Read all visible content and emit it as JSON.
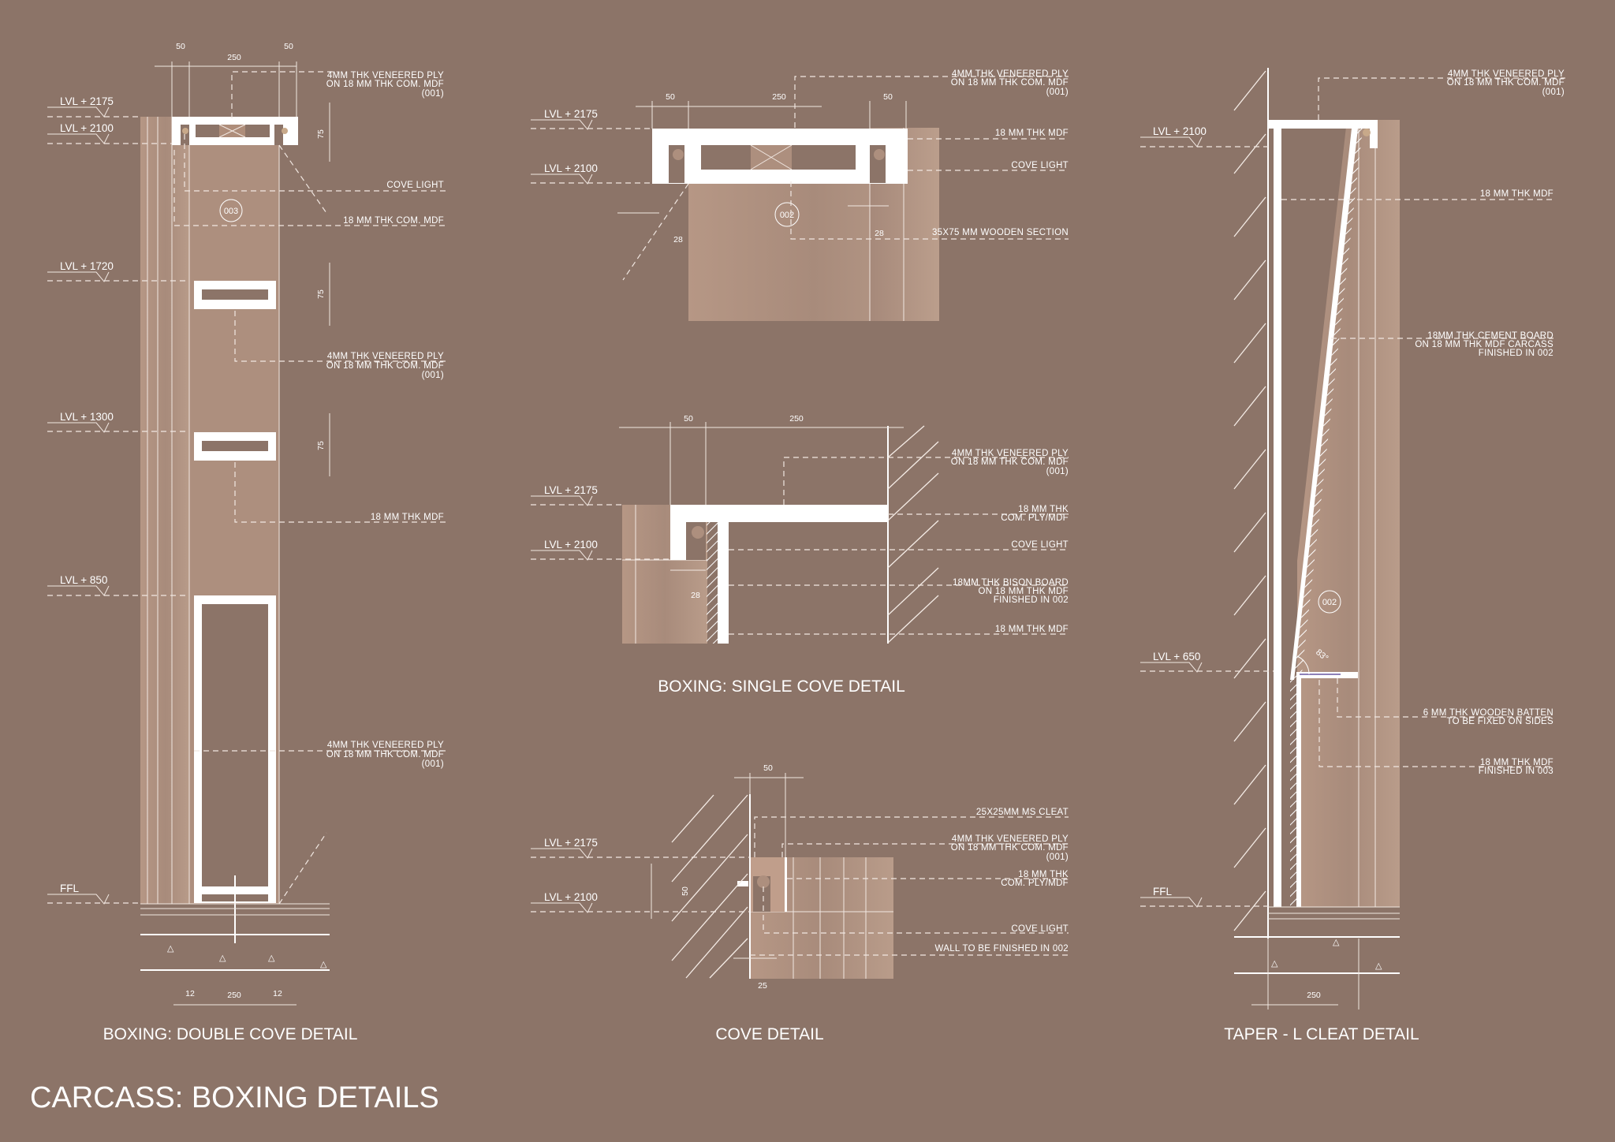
{
  "sheet": {
    "title": "CARCASS: BOXING DETAILS",
    "colors": {
      "background": "#8c7468",
      "panel_light": "#b3937f",
      "panel_mid": "#a5887a",
      "line": "#ffffff",
      "cove_light_dot": "#c8a98a"
    }
  },
  "details": [
    {
      "id": "double-cove",
      "caption": "BOXING: DOUBLE COVE DETAIL",
      "levels": [
        "LVL + 2175",
        "LVL + 2100",
        "LVL + 1720",
        "LVL + 1300",
        "LVL + 850",
        "FFL"
      ],
      "dims_top": [
        "50",
        "250",
        "50"
      ],
      "dims_side": [
        "75",
        "75",
        "75"
      ],
      "dims_bottom": [
        "12",
        "250",
        "12"
      ],
      "finish_tag": "003",
      "annotations": [
        {
          "lines": [
            "4MM THK VENEERED PLY",
            "ON 18 MM THK COM. MDF",
            "(001)"
          ]
        },
        {
          "lines": [
            "COVE LIGHT"
          ]
        },
        {
          "lines": [
            "18 MM THK COM. MDF"
          ]
        },
        {
          "lines": [
            "4MM THK VENEERED PLY",
            "ON 18 MM THK COM. MDF",
            "(001)"
          ]
        },
        {
          "lines": [
            "18 MM THK MDF"
          ]
        },
        {
          "lines": [
            "4MM THK VENEERED PLY",
            "ON 18 MM THK COM. MDF",
            "(001)"
          ]
        }
      ]
    },
    {
      "id": "single-cove-top",
      "caption": "",
      "levels": [
        "LVL + 2175",
        "LVL + 2100"
      ],
      "dims_top": [
        "50",
        "250",
        "50"
      ],
      "dims_small": [
        "28",
        "28"
      ],
      "finish_tag": "002",
      "annotations": [
        {
          "lines": [
            "4MM THK VENEERED PLY",
            "ON 18 MM THK COM. MDF",
            "(001)"
          ]
        },
        {
          "lines": [
            "18 MM THK MDF"
          ]
        },
        {
          "lines": [
            "COVE LIGHT"
          ]
        },
        {
          "lines": [
            "35X75 MM WOODEN SECTION"
          ]
        }
      ]
    },
    {
      "id": "single-cove",
      "caption": "BOXING: SINGLE COVE DETAIL",
      "levels": [
        "LVL + 2175",
        "LVL + 2100"
      ],
      "dims_top": [
        "50",
        "250"
      ],
      "dims_small": [
        "28"
      ],
      "annotations": [
        {
          "lines": [
            "4MM THK VENEERED PLY",
            "ON 18 MM THK COM. MDF",
            "(001)"
          ]
        },
        {
          "lines": [
            "18 MM THK",
            "COM. PLY/MDF"
          ]
        },
        {
          "lines": [
            "COVE LIGHT"
          ]
        },
        {
          "lines": [
            "18MM THK BISON BOARD",
            "ON 18 MM THK MDF",
            "FINISHED IN 002"
          ]
        },
        {
          "lines": [
            "18 MM THK MDF"
          ]
        }
      ]
    },
    {
      "id": "cove",
      "caption": "COVE DETAIL",
      "levels": [
        "LVL + 2175",
        "LVL + 2100"
      ],
      "dims_top": [
        "50"
      ],
      "dims_side": [
        "50"
      ],
      "dims_bottom": [
        "25"
      ],
      "annotations": [
        {
          "lines": [
            "25X25MM MS CLEAT"
          ]
        },
        {
          "lines": [
            "4MM THK VENEERED PLY",
            "ON 18 MM THK COM. MDF",
            "(001)"
          ]
        },
        {
          "lines": [
            "18 MM THK",
            "COM. PLY/MDF"
          ]
        },
        {
          "lines": [
            "COVE LIGHT"
          ]
        },
        {
          "lines": [
            "WALL TO BE FINISHED IN 002"
          ]
        }
      ]
    },
    {
      "id": "taper",
      "caption": "TAPER - L CLEAT DETAIL",
      "levels": [
        "LVL + 2100",
        "LVL + 650",
        "FFL"
      ],
      "dims_bottom": [
        "250"
      ],
      "angle": "83°",
      "finish_tag": "002",
      "annotations": [
        {
          "lines": [
            "4MM THK VENEERED PLY",
            "ON 18 MM THK COM. MDF",
            "(001)"
          ]
        },
        {
          "lines": [
            "18 MM THK MDF"
          ]
        },
        {
          "lines": [
            "18MM THK CEMENT BOARD",
            "ON 18 MM THK MDF CARCASS",
            "FINISHED IN 002"
          ]
        },
        {
          "lines": [
            "6 MM THK WOODEN BATTEN",
            "TO BE FIXED ON SIDES"
          ]
        },
        {
          "lines": [
            "18 MM THK MDF",
            "FINISHED IN 003"
          ]
        }
      ]
    }
  ]
}
